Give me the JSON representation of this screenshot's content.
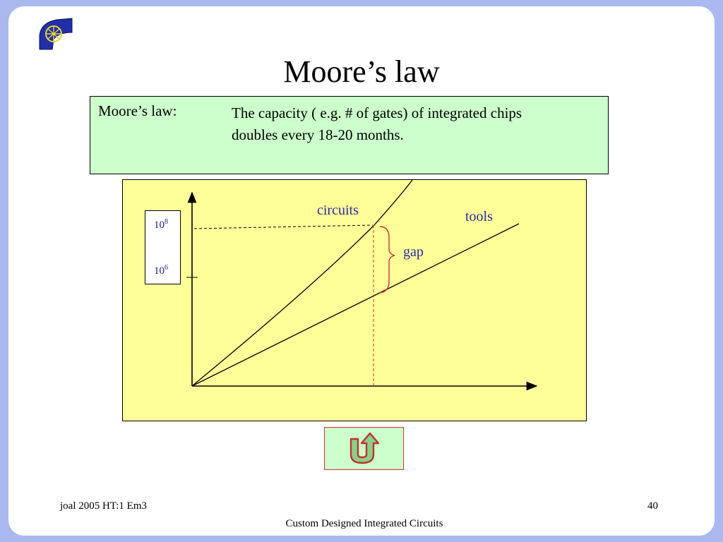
{
  "slide": {
    "title": "Moore’s law",
    "definition": {
      "label": "Moore’s law:",
      "text": "The capacity ( e.g. # of gates) of integrated chips doubles every 18-20 months."
    },
    "diagram": {
      "scale_ticks": {
        "upper": {
          "base": "10",
          "exp": "8"
        },
        "lower": {
          "base": "10",
          "exp": "6"
        }
      },
      "labels": {
        "circuits": "circuits",
        "tools": "tools",
        "gap": "gap"
      },
      "colors": {
        "axes": "#000000",
        "gap_markers": "#d03030",
        "text": "#2a2aa6",
        "panel": "#ffff99"
      }
    },
    "nav_button": {
      "icon": "u-turn-arrow-icon"
    }
  },
  "footer": {
    "left": "joal 2005 HT:1 Em3",
    "page_number": "40",
    "center": "Custom Designed Integrated Circuits"
  }
}
